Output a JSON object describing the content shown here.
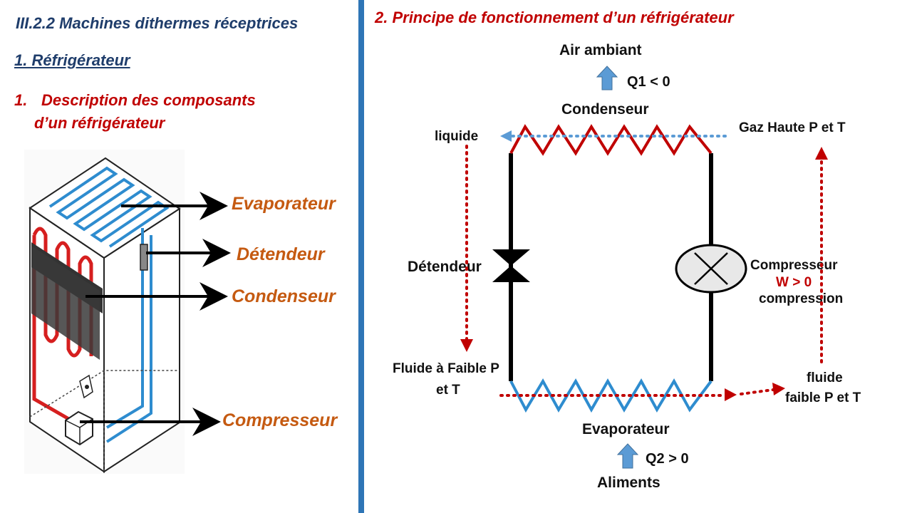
{
  "left": {
    "section_title": "III.2.2 Machines dithermes réceptrices",
    "subsection": "1.  Réfrigérateur",
    "description_num": "1.",
    "description_line1": "Description des composants",
    "description_line2": "d’un réfrigérateur",
    "components": {
      "evaporateur": "Evaporateur",
      "detendeur": "Détendeur",
      "condenseur": "Condenseur",
      "compresseur": "Compresseur"
    }
  },
  "right": {
    "title": "2. Principe de fonctionnement d’un réfrigérateur",
    "air_ambiant": "Air ambiant",
    "q1": "Q1 < 0",
    "condenseur": "Condenseur",
    "liquide": "liquide",
    "gaz": "Gaz Haute P et T",
    "detendeur": "Détendeur",
    "compresseur": "Compresseur",
    "w": "W > 0",
    "compression": "compression",
    "fluide_left_1": "Fluide à Faible P",
    "fluide_left_2": "et T",
    "fluide_right_1": "fluide",
    "fluide_right_2": "faible P et T",
    "evaporateur": "Evaporateur",
    "q2": "Q2 > 0",
    "aliments": "Aliments"
  },
  "colors": {
    "title_blue": "#1f3d6b",
    "accent_red": "#c00000",
    "component_orange": "#c55a11",
    "coil_blue": "#2e8ccf",
    "divider": "#2e75b6"
  }
}
